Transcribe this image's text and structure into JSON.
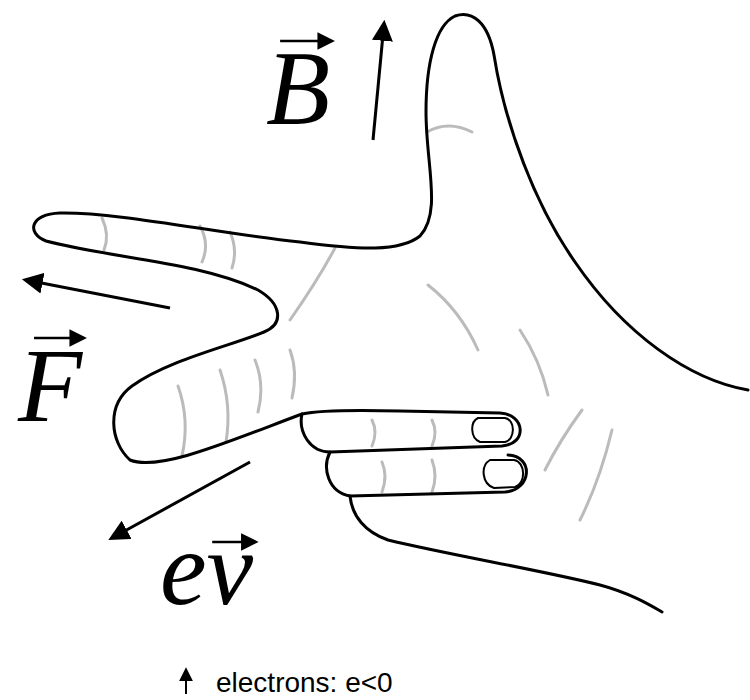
{
  "diagram": {
    "labels": [
      "B",
      "F",
      "ev",
      "electrons: e<0"
    ]
  }
}
